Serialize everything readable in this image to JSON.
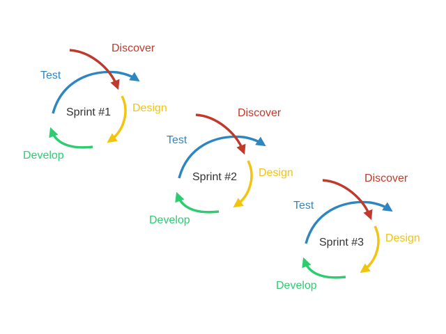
{
  "colors": {
    "discover": "#c0392b",
    "test": "#2e86c1",
    "design": "#f1c40f",
    "develop": "#2ecc71",
    "text": "#333333"
  },
  "sprints": [
    {
      "name": "Sprint #1",
      "discover": "Discover",
      "test": "Test",
      "design": "Design",
      "develop": "Develop"
    },
    {
      "name": "Sprint #2",
      "discover": "Discover",
      "test": "Test",
      "design": "Design",
      "develop": "Develop"
    },
    {
      "name": "Sprint #3",
      "discover": "Discover",
      "test": "Test",
      "design": "Design",
      "develop": "Develop"
    }
  ]
}
